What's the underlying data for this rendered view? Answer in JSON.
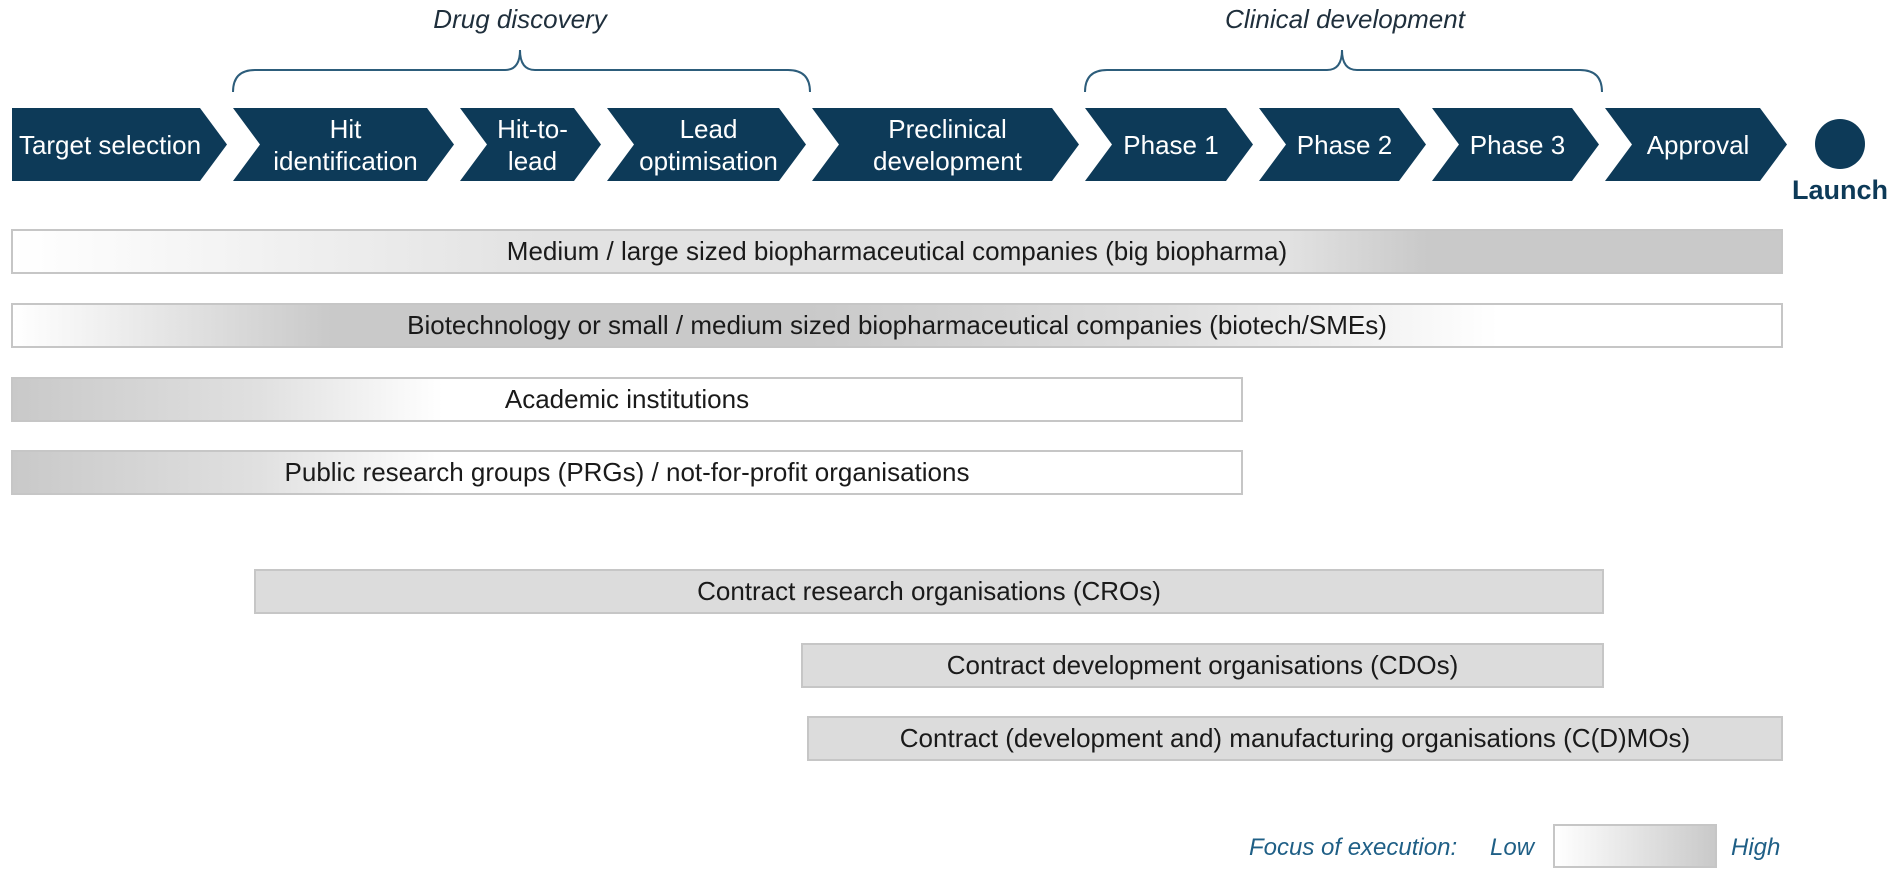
{
  "groups": {
    "drug_discovery": "Drug discovery",
    "clinical_development": "Clinical development"
  },
  "stages": [
    {
      "line1": "Target selection",
      "line2": ""
    },
    {
      "line1": "Hit",
      "line2": "identification"
    },
    {
      "line1": "Hit-to-",
      "line2": "lead"
    },
    {
      "line1": "Lead",
      "line2": "optimisation"
    },
    {
      "line1": "Preclinical",
      "line2": "development"
    },
    {
      "line1": "Phase 1",
      "line2": ""
    },
    {
      "line1": "Phase 2",
      "line2": ""
    },
    {
      "line1": "Phase 3",
      "line2": ""
    },
    {
      "line1": "Approval",
      "line2": ""
    }
  ],
  "launch": "Launch",
  "organisations": [
    {
      "label": "Medium / large sized biopharmaceutical companies (big biopharma)"
    },
    {
      "label": "Biotechnology or small / medium sized biopharmaceutical companies (biotech/SMEs)"
    },
    {
      "label": "Academic institutions"
    },
    {
      "label": "Public research groups (PRGs) / not-for-profit organisations"
    },
    {
      "label": "Contract research organisations (CROs)"
    },
    {
      "label": "Contract development organisations (CDOs)"
    },
    {
      "label": "Contract (development and) manufacturing organisations (C(D)MOs)"
    }
  ],
  "legend": {
    "title": "Focus of execution:",
    "low": "Low",
    "high": "High"
  },
  "colors": {
    "stage_fill": "#0d3a58",
    "bracket": "#2d5d7b",
    "bar_border": "#c6c6c6",
    "bar_high": "#c9c9c9",
    "bar_low": "#ffffff",
    "legend_text": "#1f5f86"
  }
}
